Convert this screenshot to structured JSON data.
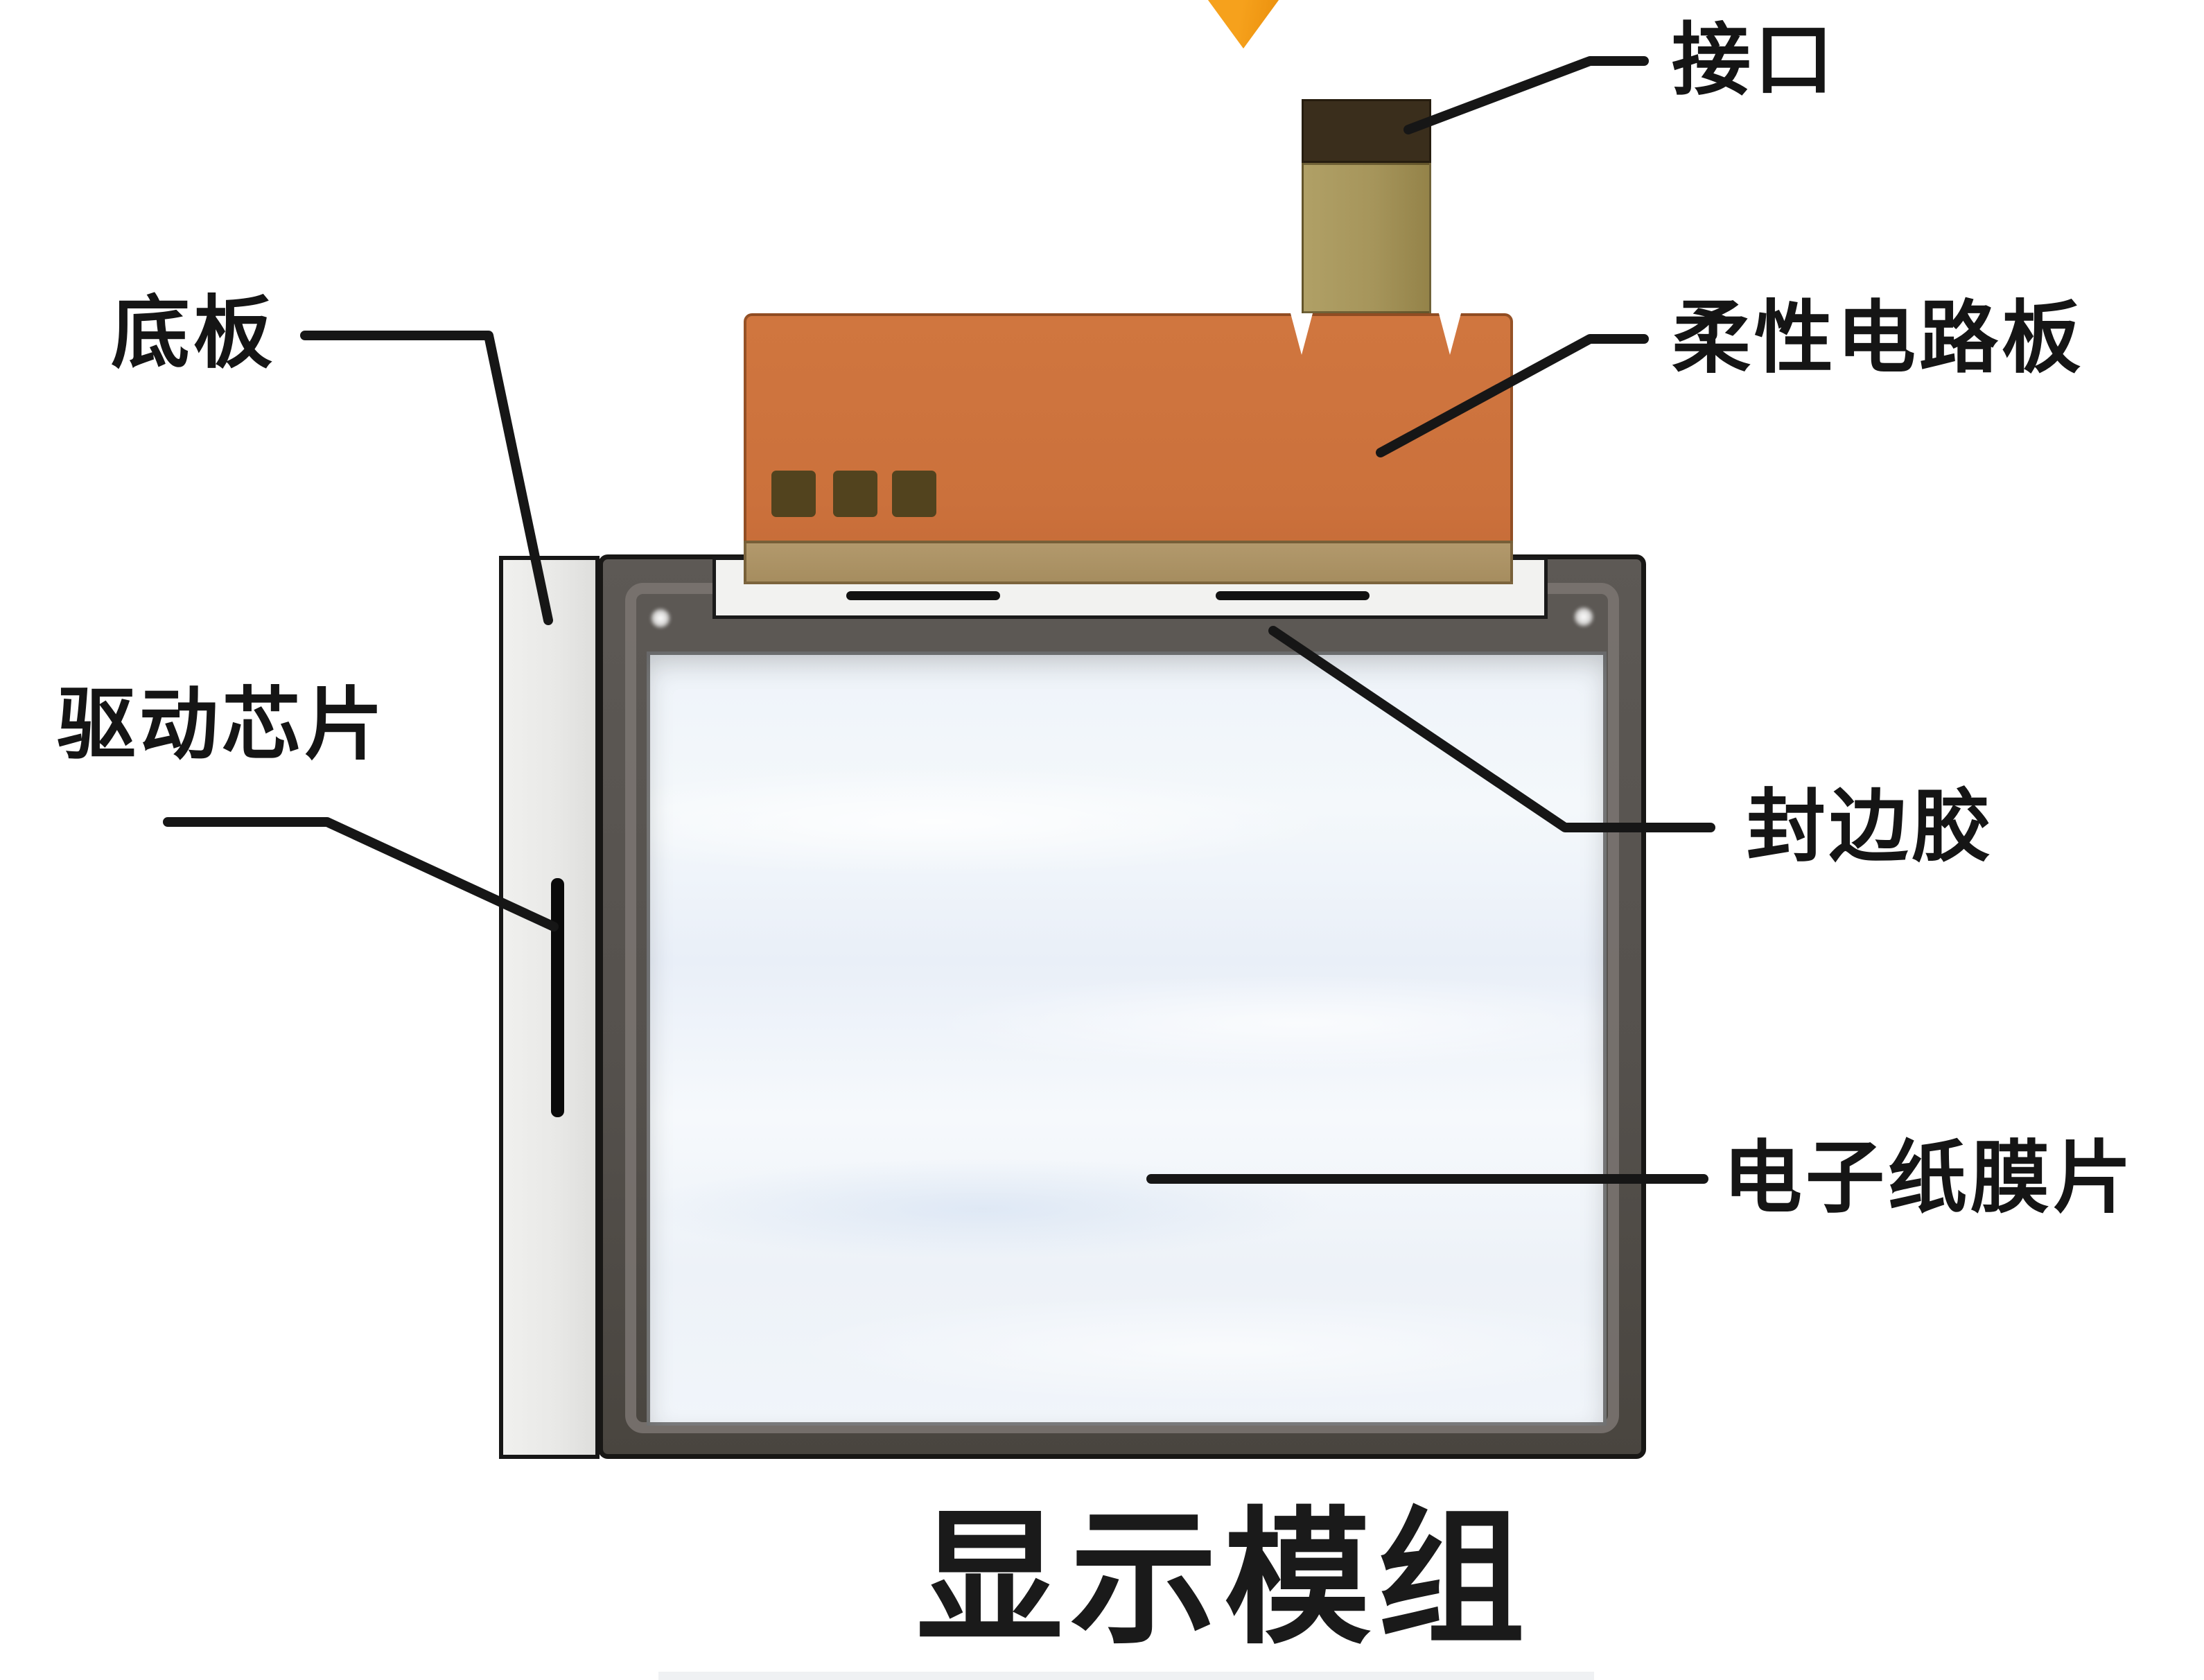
{
  "diagram": {
    "title": "显示模组",
    "labels": {
      "interface": "接口",
      "flex_pcb": "柔性电路板",
      "base_plate": "底板",
      "driver_chip": "驱动芯片",
      "sealing_glue": "封边胶",
      "epaper_film": "电子纸膜片"
    },
    "icons": {
      "arrow": "arrow-down-icon"
    },
    "colors": {
      "pcb_orange": "#cb713c",
      "pcb_tan": "#b2996c",
      "connector_dark": "#3a2e1c",
      "connector_body": "#a6955b",
      "pad_dark": "#52431e",
      "frame_gray": "#55514d",
      "panel_gray": "#e9e9e7",
      "display_tint": "#eef3f9",
      "arrow_orange": "#f6a11c",
      "line_black": "#161616"
    }
  }
}
